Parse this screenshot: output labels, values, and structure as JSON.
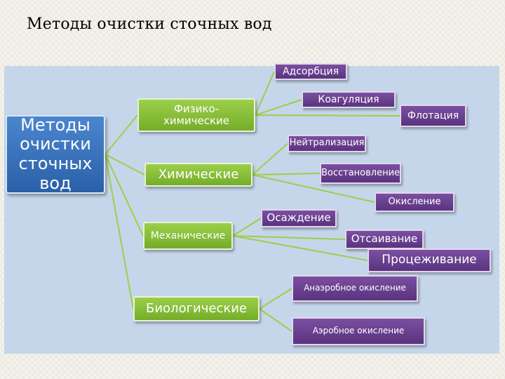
{
  "title": "Методы очистки сточных вод",
  "diagram": {
    "root": "Методы очистки сточных вод",
    "categories": [
      {
        "label": "Физико-химические",
        "methods": [
          "Адсорбция",
          "Коагуляция",
          "Флотация"
        ]
      },
      {
        "label": "Химические",
        "methods": [
          "Нейтрализация",
          "Восстановление",
          "Окисление"
        ]
      },
      {
        "label": "Механические",
        "methods": [
          "Осаждение",
          "Отсаивание",
          "Процеживание"
        ]
      },
      {
        "label": "Биологические",
        "methods": [
          "Анаэробное окисление",
          "Аэробное окисление"
        ]
      }
    ]
  },
  "colors": {
    "root": "#3a74bf",
    "category": "#8bc23c",
    "method": "#6a3f91",
    "connector": "#9ccf4a",
    "panel": "#c5d6ea"
  }
}
